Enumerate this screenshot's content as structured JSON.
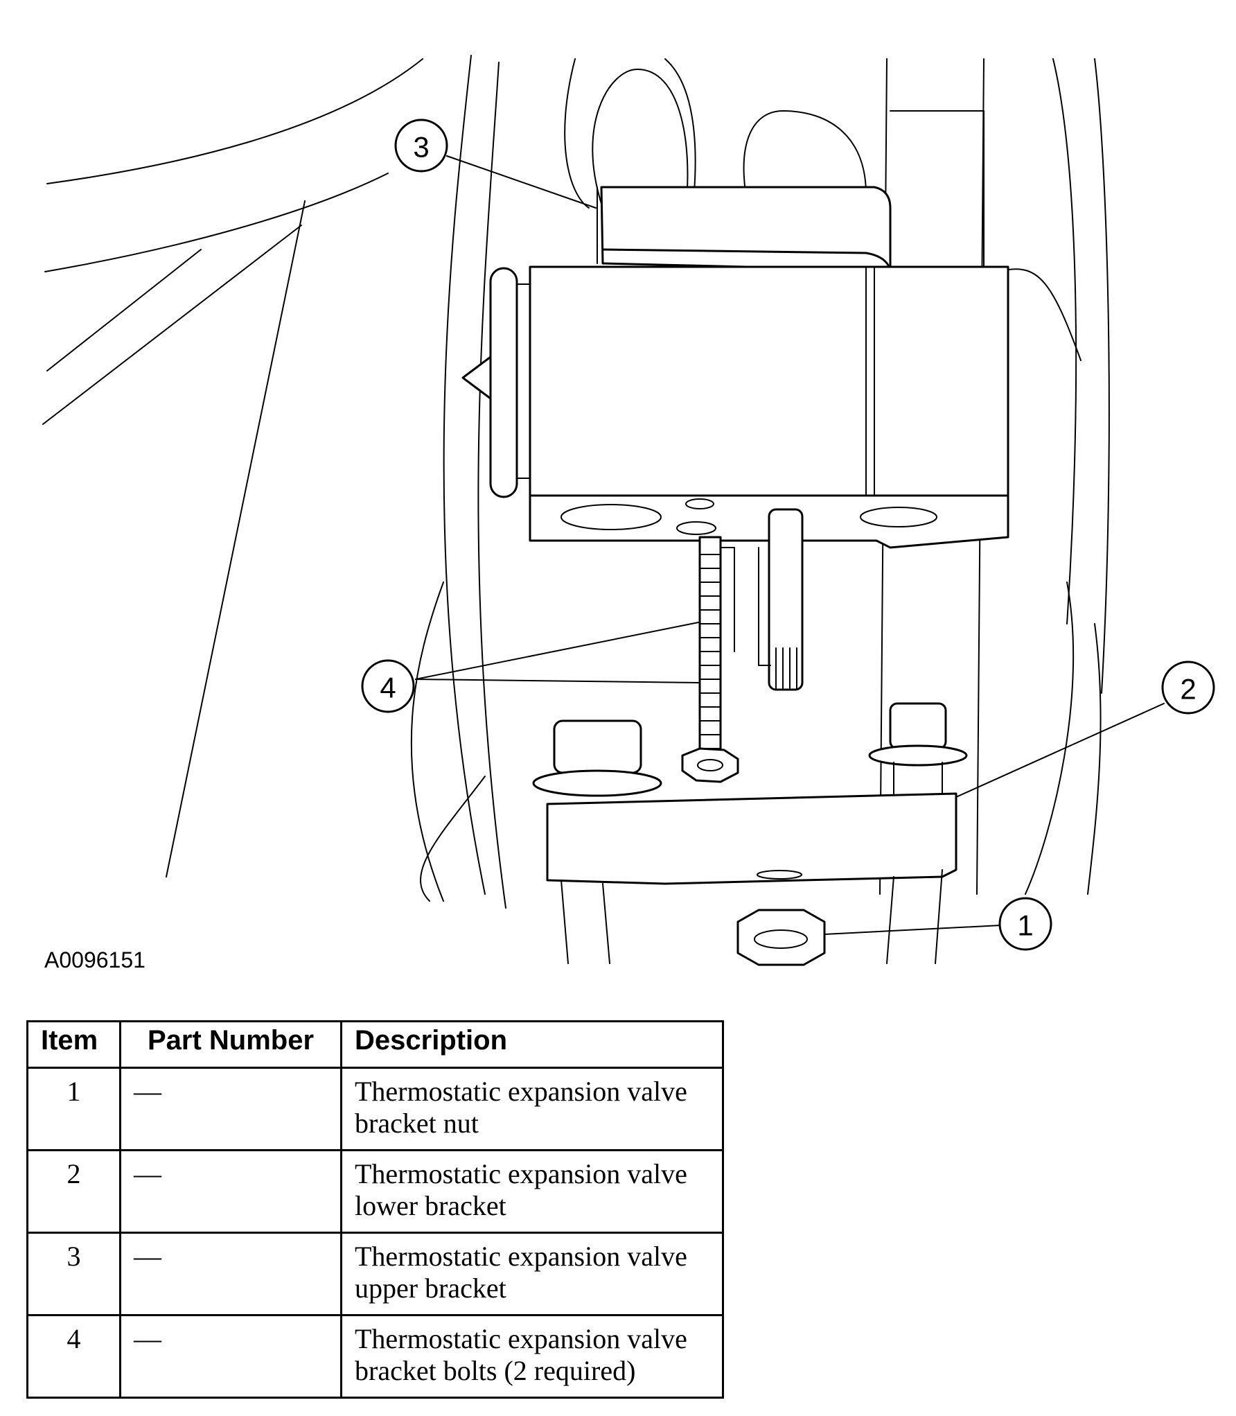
{
  "figure": {
    "id": "A0096151",
    "callouts": [
      "1",
      "2",
      "3",
      "4"
    ]
  },
  "table": {
    "headers": {
      "item": "Item",
      "part_number": "Part Number",
      "description": "Description"
    },
    "rows": [
      {
        "item": "1",
        "part_number": "—",
        "description": "Thermostatic expansion valve bracket nut"
      },
      {
        "item": "2",
        "part_number": "—",
        "description": "Thermostatic expansion valve lower bracket"
      },
      {
        "item": "3",
        "part_number": "—",
        "description": "Thermostatic expansion valve upper bracket"
      },
      {
        "item": "4",
        "part_number": "—",
        "description": "Thermostatic expansion valve bracket bolts (2 required)"
      }
    ]
  }
}
